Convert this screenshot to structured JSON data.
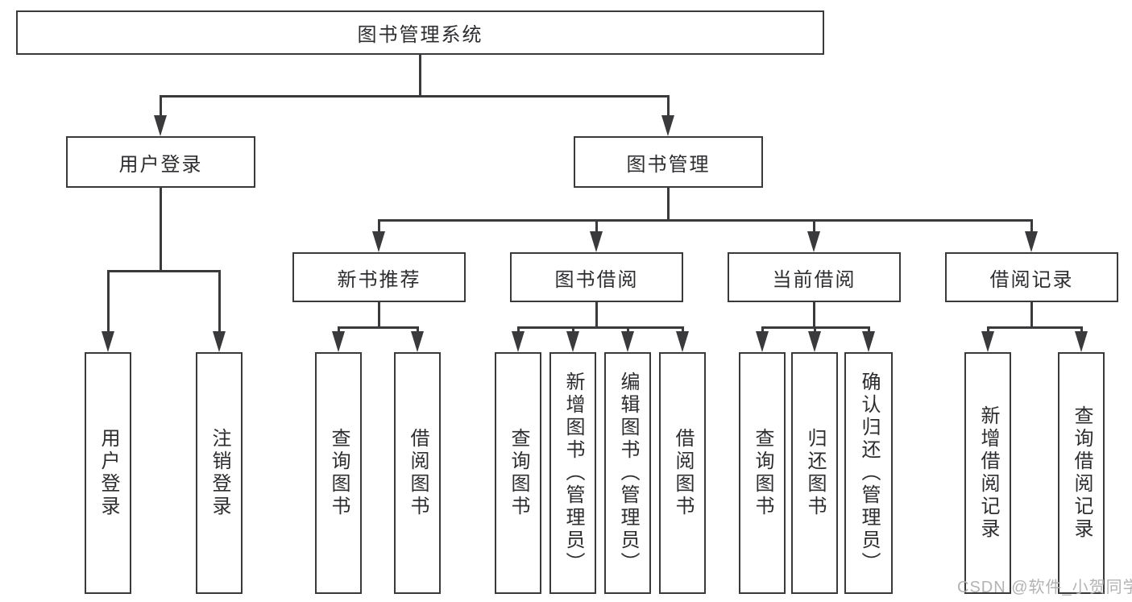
{
  "tree": {
    "root": {
      "label": "图书管理系统"
    },
    "level1": [
      {
        "label": "用户登录",
        "children": [
          {
            "label": "用户登录"
          },
          {
            "label": "注销登录"
          }
        ]
      },
      {
        "label": "图书管理",
        "children": [
          {
            "label": "新书推荐",
            "children": [
              {
                "label": "查询图书"
              },
              {
                "label": "借阅图书"
              }
            ]
          },
          {
            "label": "图书借阅",
            "children": [
              {
                "label": "查询图书"
              },
              {
                "label": "新增图书（管理员）"
              },
              {
                "label": "编辑图书（管理员）"
              },
              {
                "label": "借阅图书"
              }
            ]
          },
          {
            "label": "当前借阅",
            "children": [
              {
                "label": "查询图书"
              },
              {
                "label": "归还图书"
              },
              {
                "label": "确认归还（管理员）"
              }
            ]
          },
          {
            "label": "借阅记录",
            "children": [
              {
                "label": "新增借阅记录"
              },
              {
                "label": "查询借阅记录"
              }
            ]
          }
        ]
      }
    ]
  },
  "watermark": {
    "text": "CSDN @软件_小贺同学"
  },
  "colors": {
    "line": "#3a3a3d",
    "text": "#2d2d30",
    "box_background": "#ffffff",
    "watermark": "#b3b3b3",
    "page_background": "#ffffff"
  }
}
